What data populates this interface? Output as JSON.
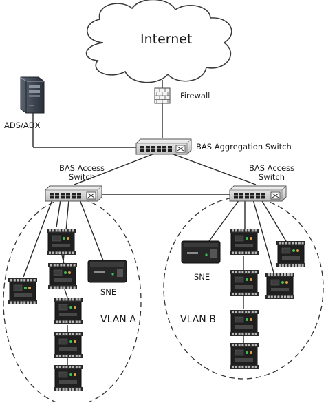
{
  "labels": {
    "internet": "Internet",
    "firewall": "Firewall",
    "ads_adx": "ADS/ADX",
    "aggregation_switch": "BAS Aggregation Switch",
    "access_switch_left": [
      "BAS Access",
      "Switch"
    ],
    "access_switch_right": [
      "BAS Access",
      "Switch"
    ],
    "sne_left": "SNE",
    "sne_right": "SNE",
    "vlan_a": "VLAN A",
    "vlan_b": "VLAN B"
  },
  "colors": {
    "cloud_stroke": "#3a3a3a",
    "link_line": "#2b2b2b",
    "switch_body": "#d9d9d9",
    "device_body": "#1f1f1f",
    "dashed_boundary": "#333333"
  },
  "icons": {
    "cloud": "cloud-icon",
    "firewall": "firewall-brick-icon",
    "server": "server-tower-icon",
    "switch": "network-switch-icon",
    "controller": "field-controller-icon",
    "supervisor": "network-engine-icon"
  }
}
